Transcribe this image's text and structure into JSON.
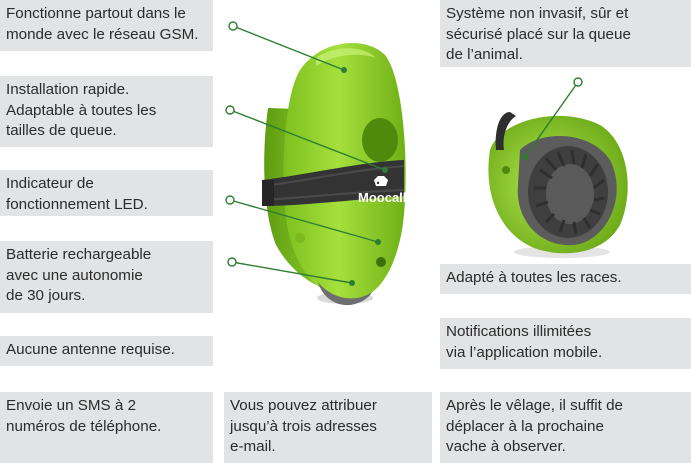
{
  "features": {
    "gsm": "Fonctionne partout dans le\nmonde avec le réseau GSM.",
    "install": "Installation rapide.\nAdaptable à toutes les\ntailles de queue.",
    "led": "Indicateur de\nfonctionnement LED.",
    "battery": "Batterie rechargeable\navec une autonomie\nde 30 jours.",
    "antenna": "Aucune antenne requise.",
    "sms": "Envoie un SMS à 2\nnuméros de téléphone.",
    "email": "Vous pouvez attribuer\njusqu’à trois adresses\ne-mail.",
    "noninvasive": "Système non invasif, sûr et\nsécurisé placé sur la queue\nde l’animal.",
    "breeds": "Adapté à toutes les races.",
    "notifications": "Notifications illimitées\nvia l’application mobile.",
    "calving": "Après le vêlage, il suffit de\ndéplacer à la prochaine\nvache à observer."
  },
  "device": {
    "brand_logo": "Moocall"
  },
  "colors": {
    "device_green": "#8fd22a",
    "box_grey": "#e2e3e4",
    "leader_green": "#2e7d32"
  }
}
